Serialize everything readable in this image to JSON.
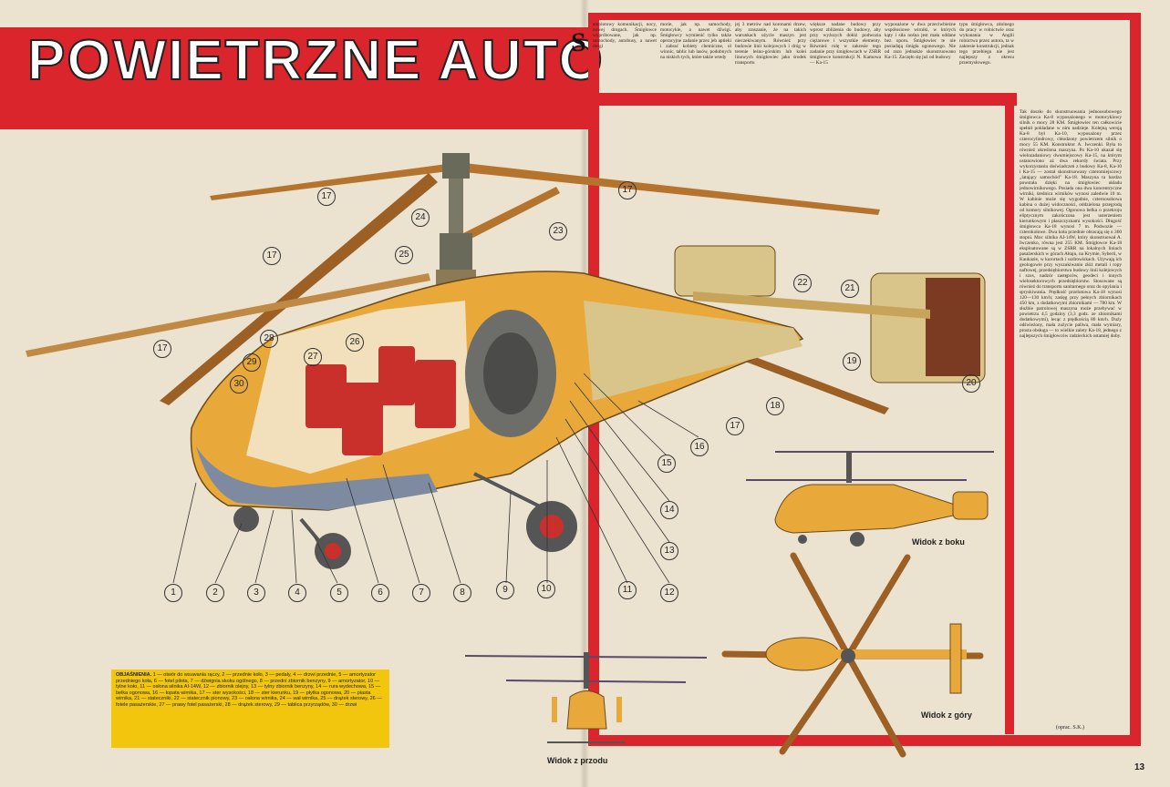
{
  "title": "POWIETRZNE AUTO",
  "drop_cap": "S",
  "intro_columns": [
    "amolotowy komunikacji, nocy, nowej drogach. Śmigłowce wypróbowane, jak np. samochody, autobusy, a nawet drogi",
    "morie, jak np. samochody, motocykle, a nawet dźwigi. Śmigłowcy wymienić tylko także operacyjne zadanie przez jeb aptieki i zabrać kobiety chemiczne, ol winnic, tablic lub lasów, podobnych na niskich tych, które także wtedy",
    "jej 3 metrów nad koronami drzew, aby zraszanie, że na takich warunkach użycie maszyn jest nieczekiwanym. Również przy budowie linii kolejowych i dróg w terenie leśno-górskim lub kolei linowych śmigłowiec jako środek transportu",
    "większe nadane budowy przy wprost zbliżenia do budowy, aby przy wyższych dołóż podwozia ciężarowe i wszystkie elementy. Również rolę w zakresie tego zadanie przy śmigłowcach w ZSRR śmigłowce konstrukcji N. Kamowa — Ka-15",
    "wyposażone w dwa przeciwbieżne współosiowe wirniki, w których kąty i siła nośna jest mała oddane bez oporu. Śmigłowiec te nie posiadają śmigła ogonowego. Nie od razu jednakże skonstruowano Ka-15. Zaczęło się już od budowy",
    "typu śmigłowca, zdolnego do pracy w rolnictwie oraz wykonania w Anglii rolnictwa przez autora, ta w zakresie konstrukcji, jednak tego przebiegu nie jest najlepszy z okresu przemysłowego."
  ],
  "right_column": "Tak doszło do skonstruowania jednoosobowego śmigłowca Ka-8 wyposażonego w motocyklowy silnik o mocy 28 KM. Śmigłowiec ten całkowicie spełnił pokładane w nim nadzieje. Kolejną wersją Ka-8 był Ka-10, wyposażony przez czterocylindrowy, chłodzony powietrzem silnik o mocy 55 KM. Konstruktor A. Iwczenki. Była to również określona maszyna. Po Ka-10 ukazał się wielozadaniowy dwumiejscowy Ka-15, na którym ustanowiono aż dwa rekordy świata. Przy wykorzystaniu doświadczeń z budowy Ka-8, Ka-10 i Ka-15 — został skonstruowany czteromiejscowy „latający samochód\" Ka-18. Maszyna ta bardzo powstała dzięki na śmigłowiec układu jednowirnikowego. Posiada ona dwa koncentryczne wirniki, średnica wirników wynosi zaledwie 10 m. W kabinie może się wygodnie, czteroosobowa kabina o dużej widoczności, oddzielona przegrodą od komory silnikowej. Ogonowa belka o przekroju eliptycznym zakończona jest usterzeniem kierunkowym i płaszczyznami wysokości. Długość śmigłowca Ka-18 wynosi 7 m. Podwozie — czterokołowe. Dwa koła przednie obracają się o 360 stopni. Moc silnika AI-14W, który skonstruował A. Iwczenko, równa jest 255 KM. Śmigłowce Ka-18 eksploatowane są w ZSRR na lokalnych liniach pasażerskich w górach Ałtaju, na Krymie, Syberii, w Kaukazie, w kurortach i uzdrowiskach. Używają ich geologowie przy wyszukiwaniu złóż metali i ropy naftowej, przedsiębiorstwa budowy linii kolejowych i szos, nadzór zastępców, geodeci i innych wielosektorowych przedsiębiorstw. Stosowane są również do transportu sanitarnego oraz do opylania i spryskiwania. Prędkość przelotowa Ka-18 wynosi 120—130 km/h; zasięg przy pełnych zbiornikach 450 km, z dodatkowymi zbiornikami — 780 km. W służbie patrolowej maszyna może przebywać w powietrzu 4,5 godziny (3,3 godz. ze zbiornikami dodatkowymi), lecąc z prędkością 80 km/h. Duży odświeżony, mała zużycie paliwa, mała wymiary, prosta obsługa — to wielkie zalety Ka-18, jednego z najlepszych śmigłowców radzieckich ostatniej doby.",
  "signature": "(oprac. S.K.)",
  "legend": {
    "heading": "OBJAŚNIENIA.",
    "text": "1 — otwór do wsuwania rączy, 2 — przednie koło, 3 — pedały, 4 — drzwi przednie, 5 — amortyzator przedniego koła, 6 — fotel pilota, 7 — dźwignia skoku ogólnego, 8 — przedni zbiornik benzyny, 9 — amortyzator, 10 — tylne koło, 11 — osłona silnika AI-14W, 12 — zbiornik olejny, 13 — tylny zbiornik benzyny, 14 — rura wydechowa, 15 — belka ogonowa, 16 — łopata wirnika, 17 — ster wysokości, 18 — ster kierunku, 19 — płytka ogonowa, 20 — piasta wirnika, 21 — stateczniki, 22 — statecznik pionowy, 23 — osłona wirnika, 24 — wał wirnika, 25 — drążek sterowy, 26 — fotele pasażerskie, 27 — prawy fotel pasażerski, 28 — drążek sterowy, 29 — tablica przyrządów, 30 — drzwi"
  },
  "callouts": [
    "1",
    "2",
    "3",
    "4",
    "5",
    "6",
    "7",
    "8",
    "9",
    "10",
    "11",
    "12",
    "13",
    "14",
    "15",
    "16",
    "17",
    "17",
    "17",
    "17",
    "17",
    "18",
    "19",
    "20",
    "21",
    "22",
    "23",
    "24",
    "25",
    "26",
    "27",
    "28",
    "29",
    "30"
  ],
  "views": {
    "side": "Widok z boku",
    "top": "Widok z góry",
    "front": "Widok z przodu"
  },
  "page_number": "13",
  "colors": {
    "red": "#d9252b",
    "fuselage": "#e8a93a",
    "blade": "#b5742e",
    "legend_bg": "#f3c60e",
    "seat": "#c9302c"
  }
}
